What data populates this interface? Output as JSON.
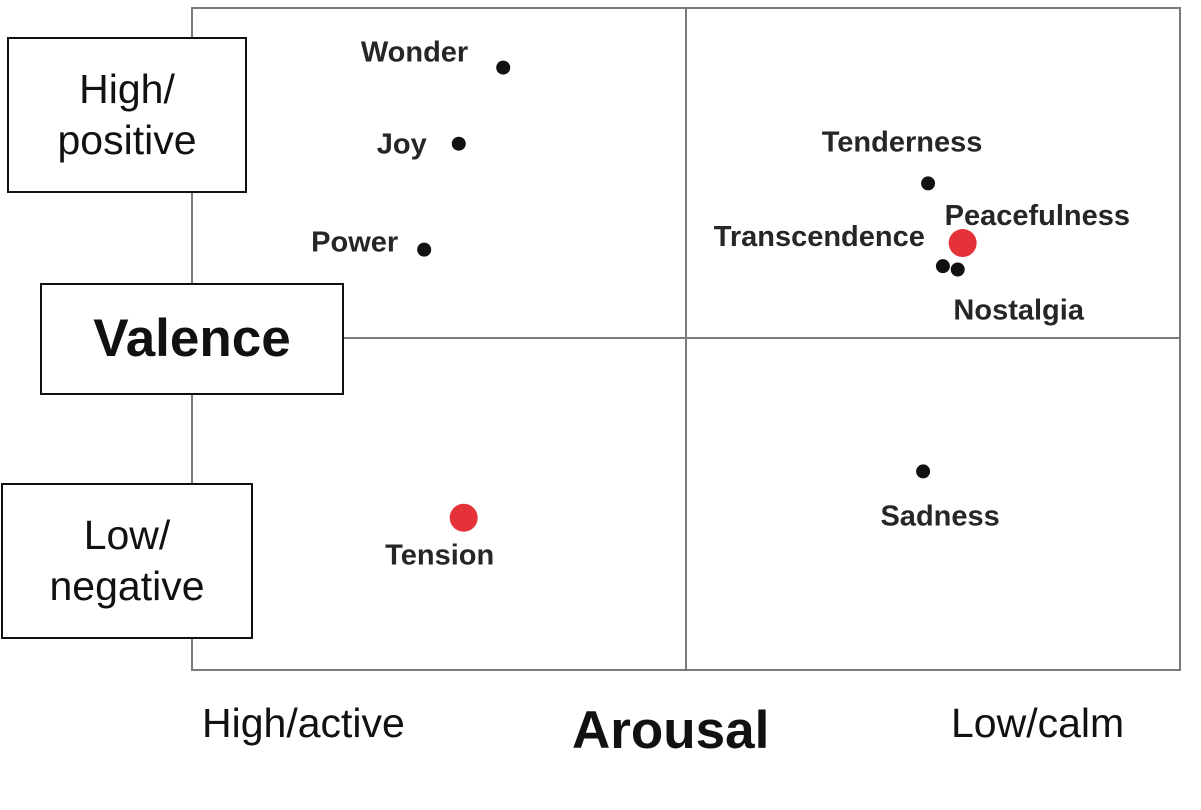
{
  "chart_data": {
    "type": "scatter",
    "title": "",
    "xlabel": "Arousal",
    "ylabel": "Valence",
    "x_ends": {
      "low_end": "High/active",
      "high_end": "Low/calm"
    },
    "y_ends": {
      "high_end": "High/\npositive",
      "low_end": "Low/\nnegative"
    },
    "xlim": [
      -1,
      1
    ],
    "ylim": [
      -1,
      1
    ],
    "quadrant_dividers": true,
    "points": [
      {
        "label": "Wonder",
        "x": -0.37,
        "y": 0.82,
        "color": "#111111",
        "size": "small"
      },
      {
        "label": "Joy",
        "x": -0.46,
        "y": 0.59,
        "color": "#111111",
        "size": "small"
      },
      {
        "label": "Power",
        "x": -0.53,
        "y": 0.27,
        "color": "#111111",
        "size": "small"
      },
      {
        "label": "Tenderness",
        "x": 0.49,
        "y": 0.47,
        "color": "#111111",
        "size": "small"
      },
      {
        "label": "Peacefulness",
        "x": 0.56,
        "y": 0.29,
        "color": "#e53238",
        "size": "large"
      },
      {
        "label": "Transcendence",
        "x": 0.52,
        "y": 0.22,
        "color": "#111111",
        "size": "small"
      },
      {
        "label": "Nostalgia",
        "x": 0.55,
        "y": 0.21,
        "color": "#111111",
        "size": "small"
      },
      {
        "label": "Tension",
        "x": -0.45,
        "y": -0.54,
        "color": "#e53238",
        "size": "large"
      },
      {
        "label": "Sadness",
        "x": 0.48,
        "y": -0.4,
        "color": "#111111",
        "size": "small"
      }
    ]
  }
}
